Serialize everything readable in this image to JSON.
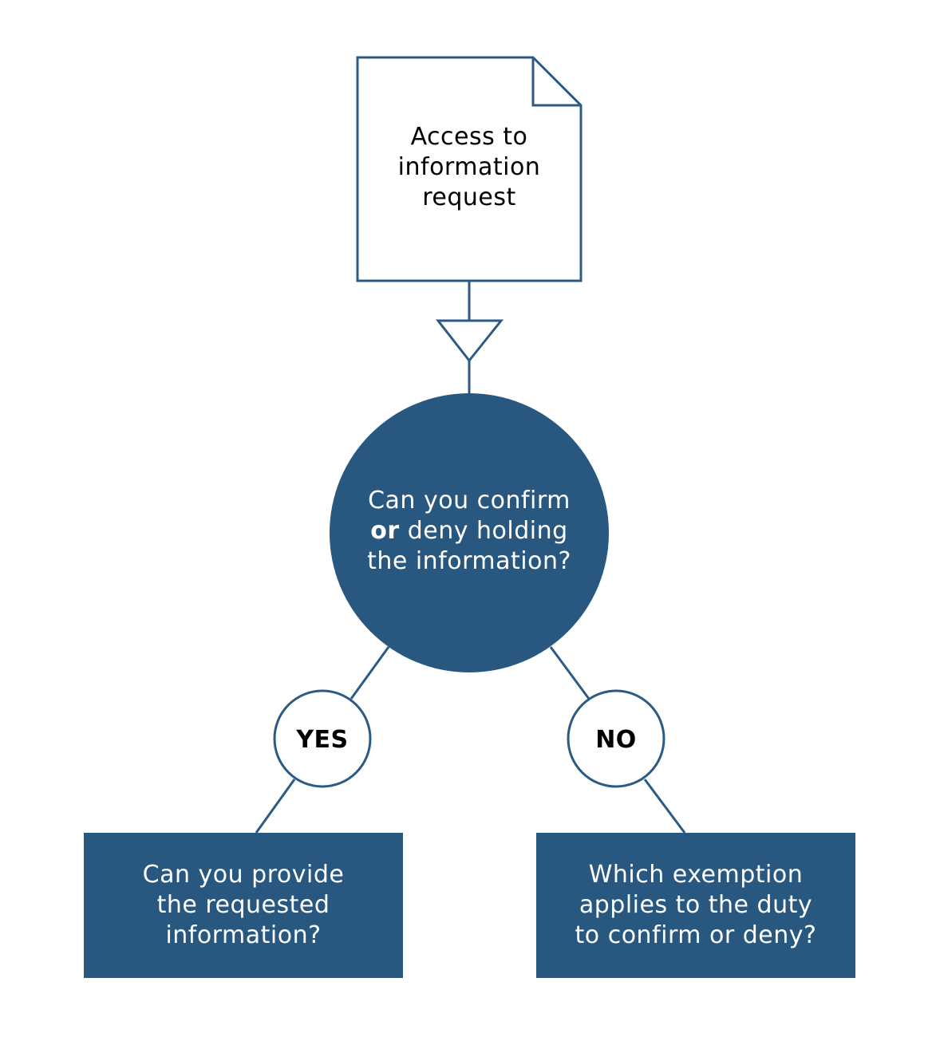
{
  "colors": {
    "primary": "#285780",
    "stroke": "#2b5a84",
    "background": "#ffffff",
    "text_dark": "#000000",
    "text_light": "#ffffff"
  },
  "start_node": {
    "shape": "document",
    "lines": [
      "Access to",
      "information",
      "request"
    ]
  },
  "decision_node": {
    "shape": "circle",
    "line1": "Can you confirm",
    "line2_bold": "or",
    "line2_rest": " deny holding",
    "line3": "the information?"
  },
  "branches": {
    "yes": {
      "label": "YES",
      "lines": [
        "Can you provide",
        "the requested",
        "information?"
      ]
    },
    "no": {
      "label": "NO",
      "lines": [
        "Which exemption",
        "applies to the duty",
        "to confirm or deny?"
      ]
    }
  }
}
